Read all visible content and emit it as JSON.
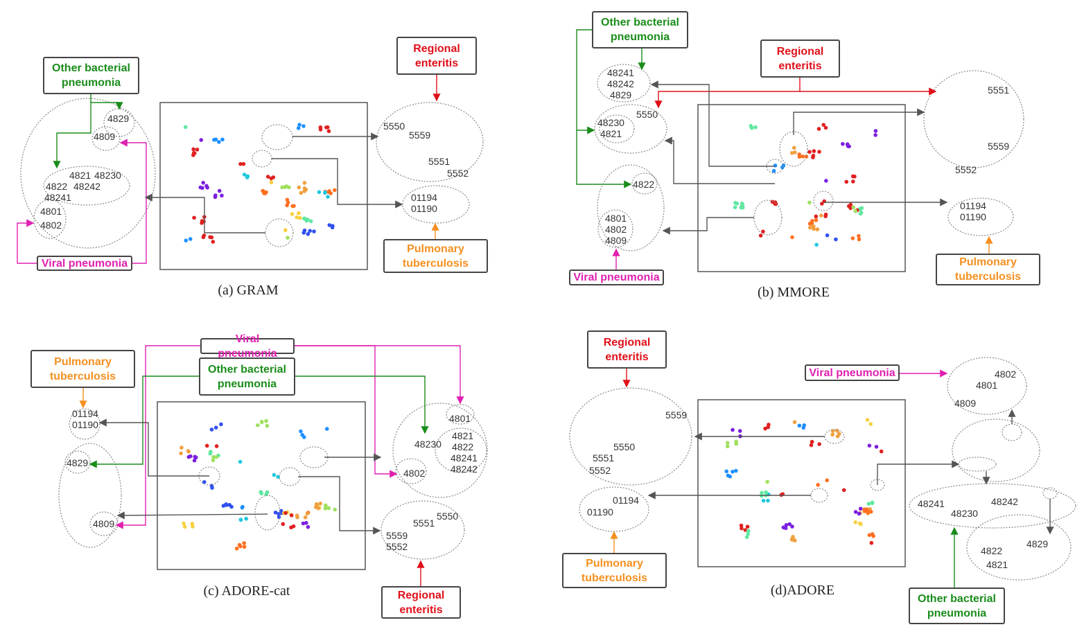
{
  "categories": {
    "other_bacterial_pneumonia": "Other bacterial pneumonia",
    "regional_enteritis": "Regional enteritis",
    "viral_pneumonia": "Viral pneumonia",
    "pulmonary_tuberculosis": "Pulmonary tuberculosis"
  },
  "colors": {
    "other_bacterial_pneumonia": "#1a8c1a",
    "regional_enteritis": "#e0101a",
    "viral_pneumonia": "#e020b0",
    "pulmonary_tuberculosis": "#f59020",
    "arrow": "#555555",
    "ellipse": "#888888"
  },
  "panels": [
    {
      "caption": "(a) GRAM",
      "codes": [
        "4829",
        "4809",
        "4821",
        "48230",
        "4822",
        "48242",
        "48241",
        "4801",
        "4802",
        "5550",
        "5559",
        "5551",
        "5552",
        "01194",
        "01190"
      ]
    },
    {
      "caption": "(b) MMORE",
      "codes": [
        "48241",
        "48242",
        "4829",
        "48230",
        "4821",
        "5550",
        "4822",
        "4801",
        "4802",
        "4809",
        "5551",
        "5559",
        "5552",
        "01194",
        "01190"
      ]
    },
    {
      "caption": "(c) ADORE-cat",
      "codes": [
        "01194",
        "01190",
        "4829",
        "4809",
        "4801",
        "48230",
        "4821",
        "4822",
        "48241",
        "48242",
        "4802",
        "5551",
        "5550",
        "5559",
        "5552"
      ]
    },
    {
      "caption": "(d)ADORE",
      "codes": [
        "5559",
        "5550",
        "5551",
        "5552",
        "01194",
        "01190",
        "4802",
        "4801",
        "4809",
        "48241",
        "48230",
        "48242",
        "4822",
        "4821",
        "4829"
      ]
    }
  ]
}
